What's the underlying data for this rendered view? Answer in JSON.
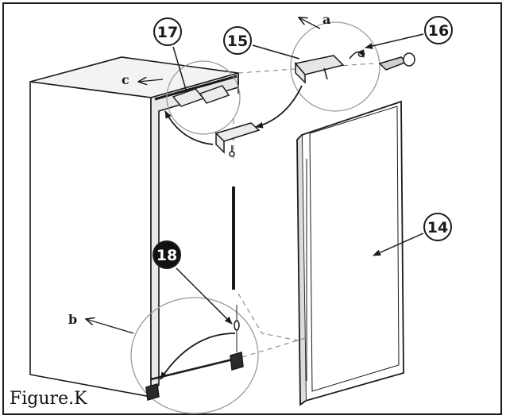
{
  "figure": {
    "caption": "Figure.K",
    "part_numbers": [
      "14",
      "15",
      "16",
      "17",
      "18"
    ],
    "direction_letters": [
      "a",
      "b",
      "c"
    ]
  },
  "colors": {
    "line": "#1a1a1a",
    "callout_circle": "#9a9a9a",
    "dashed": "#7a7a7a"
  }
}
